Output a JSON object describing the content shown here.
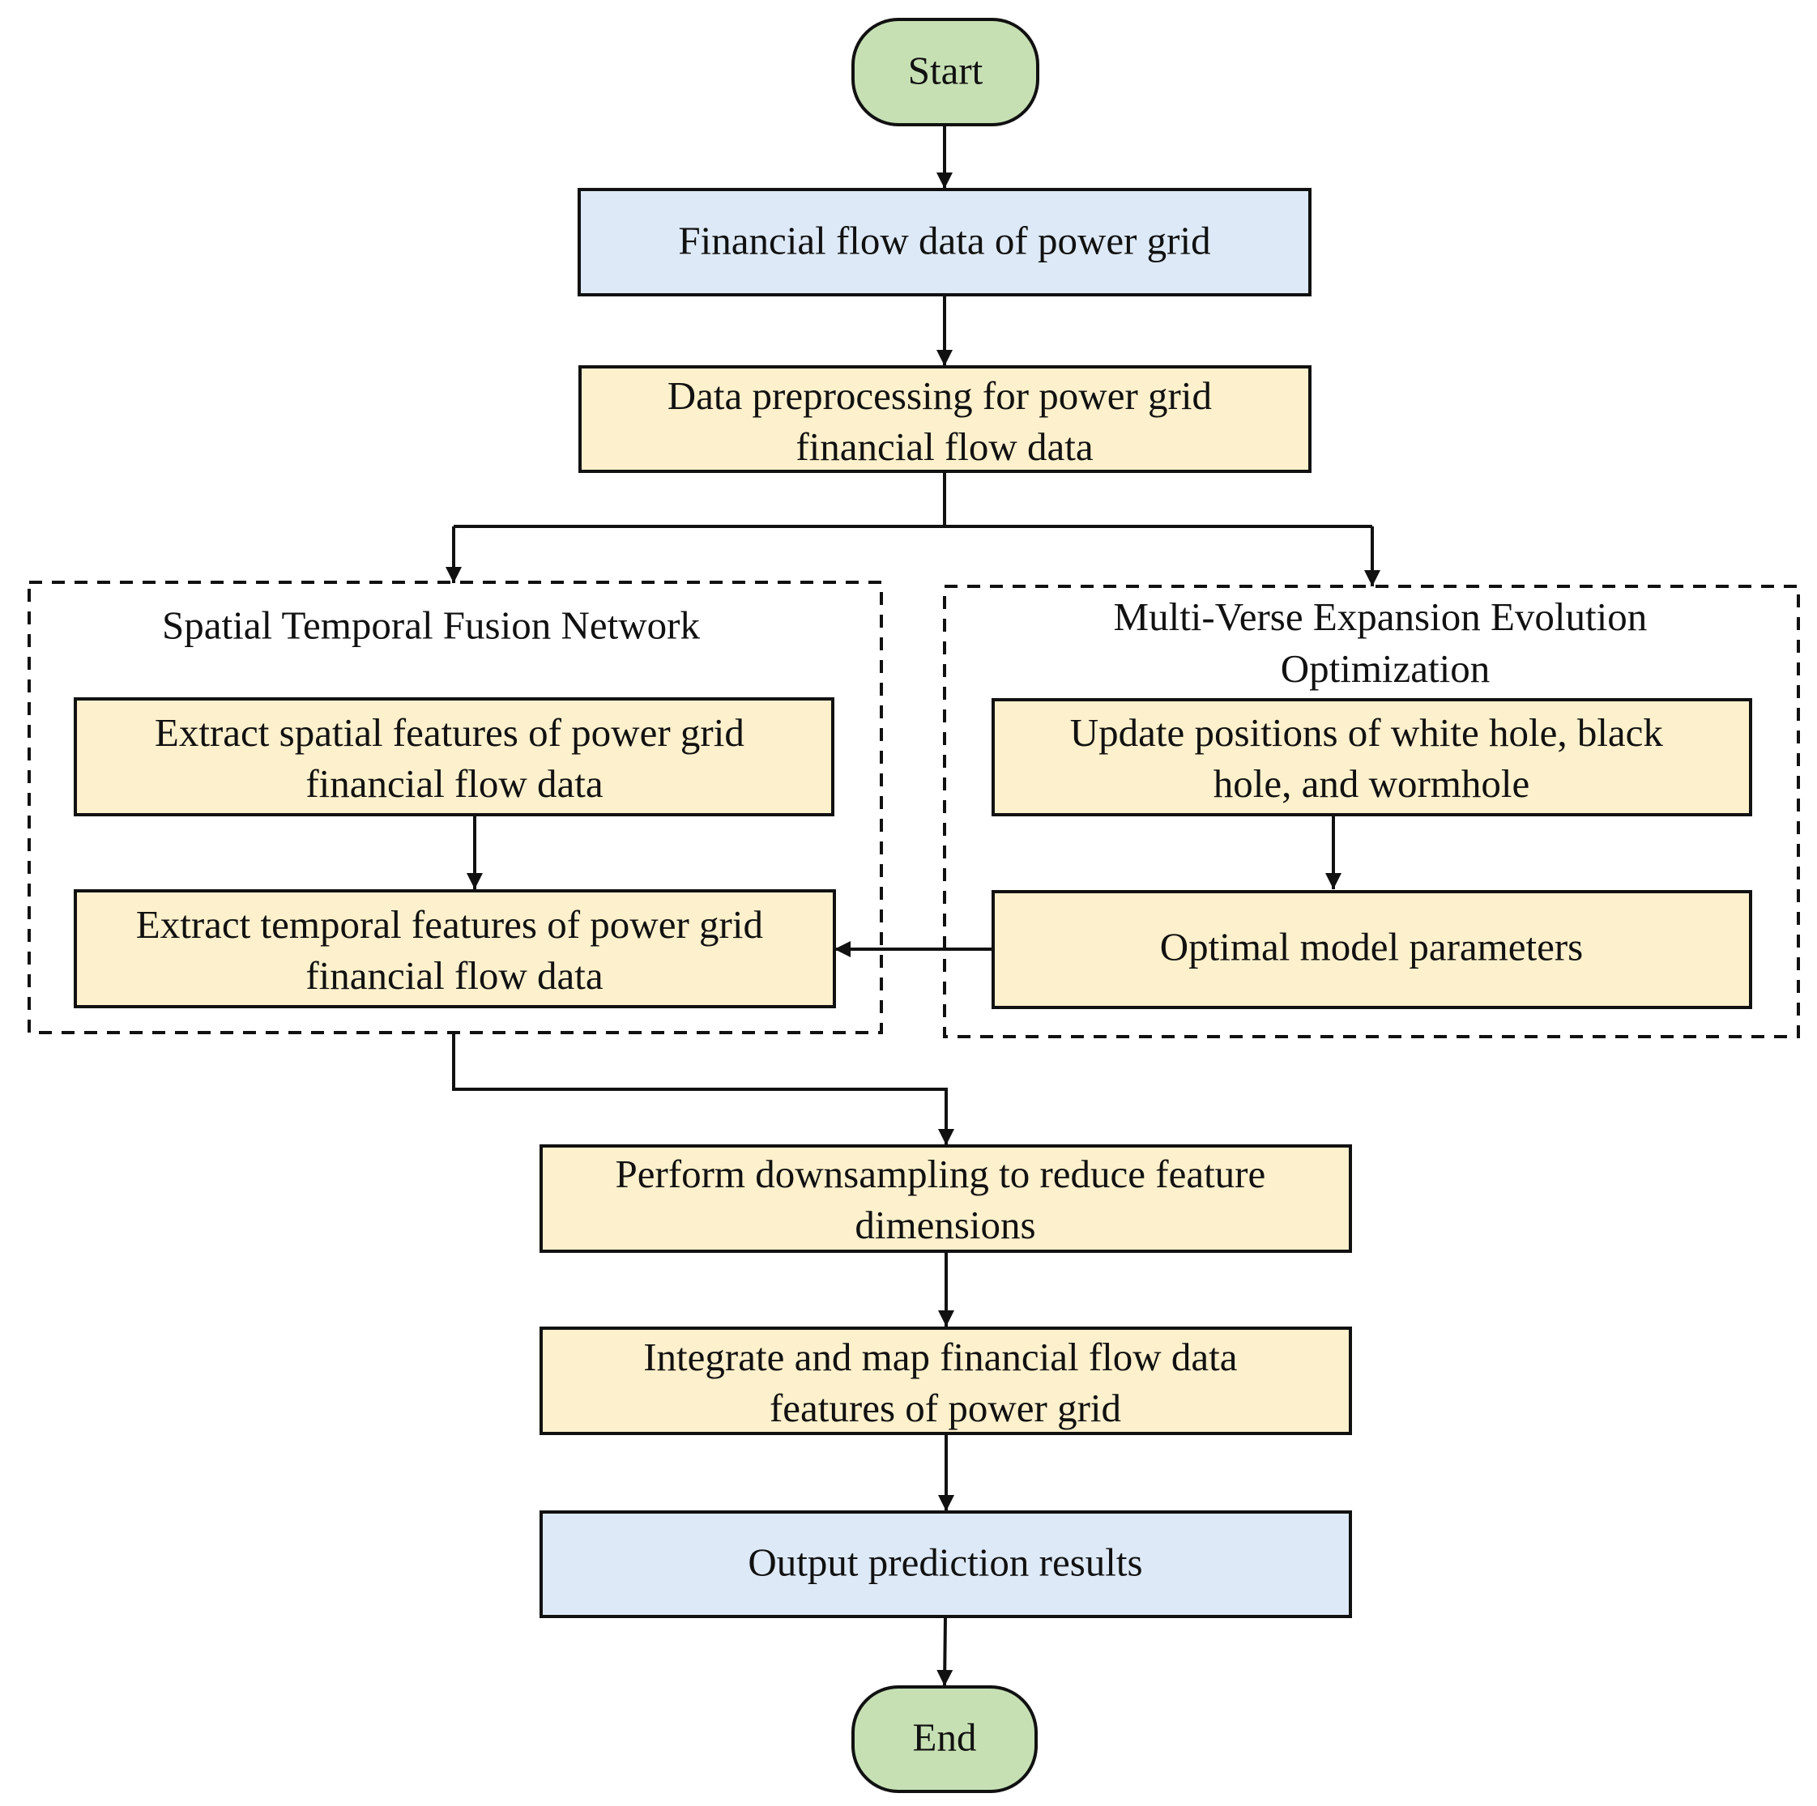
{
  "colors": {
    "terminal_fill": "#c6e0b4",
    "data_fill": "#dde9f6",
    "process_fill": "#fdf0cc",
    "stroke": "#111111"
  },
  "nodes": {
    "start": {
      "label": "Start"
    },
    "input_data": {
      "label": "Financial flow data of power grid"
    },
    "preprocess": {
      "lines": [
        "Data preprocessing for power grid",
        "financial flow data"
      ]
    },
    "spatial": {
      "lines": [
        "Extract spatial features of power grid",
        "financial flow data"
      ]
    },
    "temporal": {
      "lines": [
        "Extract temporal features of power grid",
        "financial flow data"
      ]
    },
    "update_positions": {
      "lines": [
        "Update positions of white hole, black",
        "hole, and wormhole"
      ]
    },
    "optimal_params": {
      "label": "Optimal model parameters"
    },
    "downsampling": {
      "lines": [
        "Perform downsampling to reduce feature",
        "dimensions"
      ]
    },
    "integrate": {
      "lines": [
        "Integrate and map financial flow data",
        "features of power grid"
      ]
    },
    "output": {
      "label": "Output prediction results"
    },
    "end": {
      "label": "End"
    }
  },
  "groups": {
    "stfn": {
      "title": "Spatial Temporal Fusion Network"
    },
    "mvo": {
      "title_lines": [
        "Multi-Verse Expansion Evolution",
        "Optimization"
      ]
    }
  }
}
